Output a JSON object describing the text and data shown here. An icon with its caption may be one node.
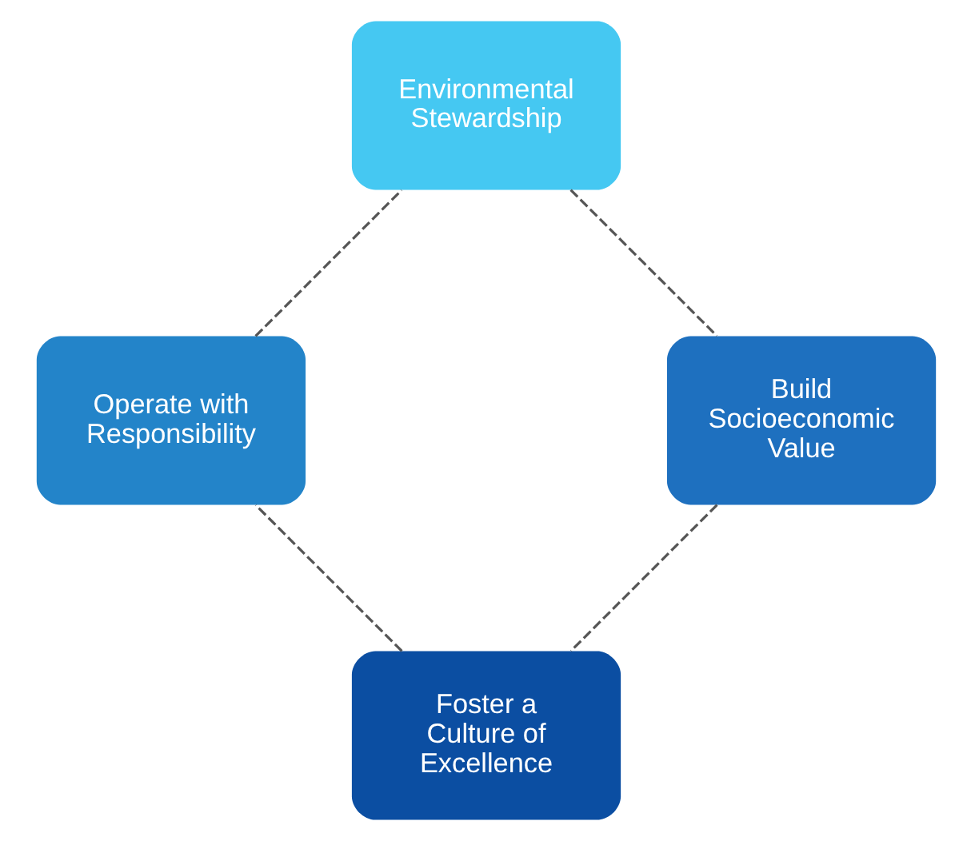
{
  "diagram": {
    "nodes": [
      {
        "text": [
          "Foster a Culture of Excellence"
        ]
      },
      {
        "text": [
          "Build Socioeconomic Value"
        ]
      },
      {
        "text": [
          "Operate with Responsibility"
        ]
      },
      {
        "text": [
          "Environmental Stewardship"
        ]
      }
    ],
    "edges": [
      {
        "from": 0,
        "to": 2,
        "arrow": "none",
        "style": "dashed"
      },
      {
        "from": 2,
        "to": 3,
        "arrow": "none",
        "style": "dashed"
      },
      {
        "from": 3,
        "to": 1,
        "arrow": "none",
        "style": "dashed"
      },
      {
        "from": 1,
        "to": 0,
        "arrow": "none",
        "style": "dashed"
      }
    ]
  }
}
